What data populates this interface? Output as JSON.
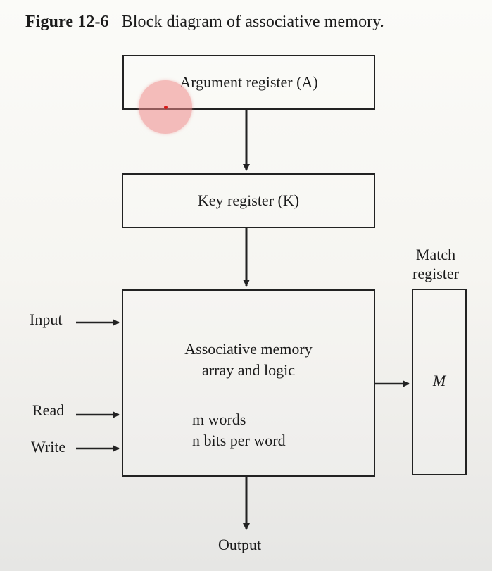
{
  "caption": {
    "number": "Figure 12-6",
    "title": "Block diagram of associative memory."
  },
  "blocks": {
    "argument_register": {
      "label": "Argument register (A)"
    },
    "key_register": {
      "label": "Key register (K)"
    },
    "memory_array": {
      "line1": "Associative memory",
      "line2": "array and logic",
      "words": "m words",
      "bits": "n bits per word"
    },
    "match_register": {
      "title_line1": "Match",
      "title_line2": "register",
      "symbol": "M"
    }
  },
  "signals": {
    "input": "Input",
    "read": "Read",
    "write": "Write",
    "output": "Output"
  },
  "annotation": {
    "marker_color": "#ee8989",
    "center_color": "#d91a1a"
  }
}
